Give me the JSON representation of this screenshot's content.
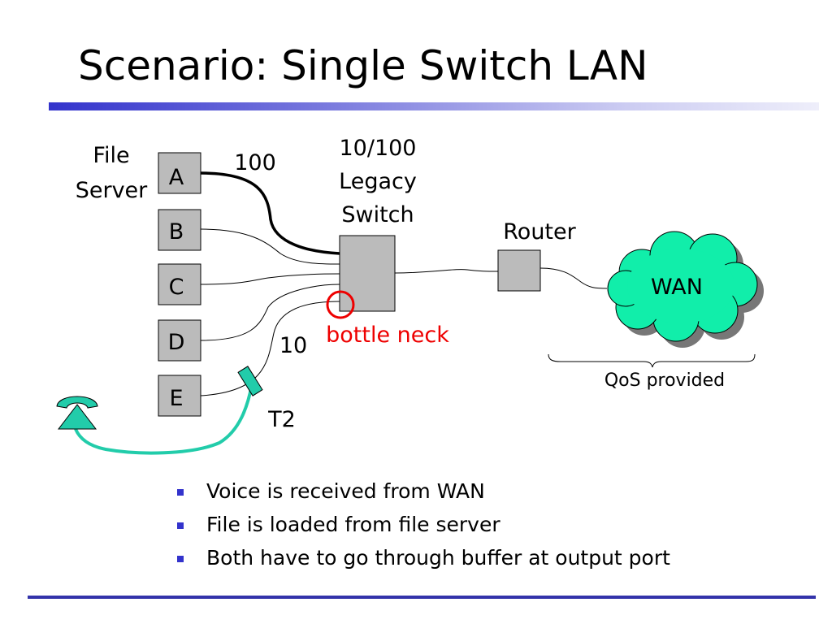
{
  "slide": {
    "title": "Scenario: Single Switch LAN"
  },
  "diagram": {
    "file_server_line1": "File",
    "file_server_line2": "Server",
    "hosts": [
      "A",
      "B",
      "C",
      "D",
      "E"
    ],
    "link_100": "100",
    "link_10": "10",
    "switch_line1": "10/100",
    "switch_line2": "Legacy",
    "switch_line3": "Switch",
    "router": "Router",
    "wan": "WAN",
    "bottleneck": "bottle neck",
    "qos": "QoS provided",
    "tap": "T2",
    "colors": {
      "bottleneck": "#ee0000",
      "voice": "#22ccaa",
      "cloud": "#11eeaa",
      "box": "#bbbbbb",
      "accent": "#3333cc"
    }
  },
  "bullets": [
    "Voice is received from WAN",
    "File is loaded from file server",
    "Both have to go through buffer at output port"
  ]
}
